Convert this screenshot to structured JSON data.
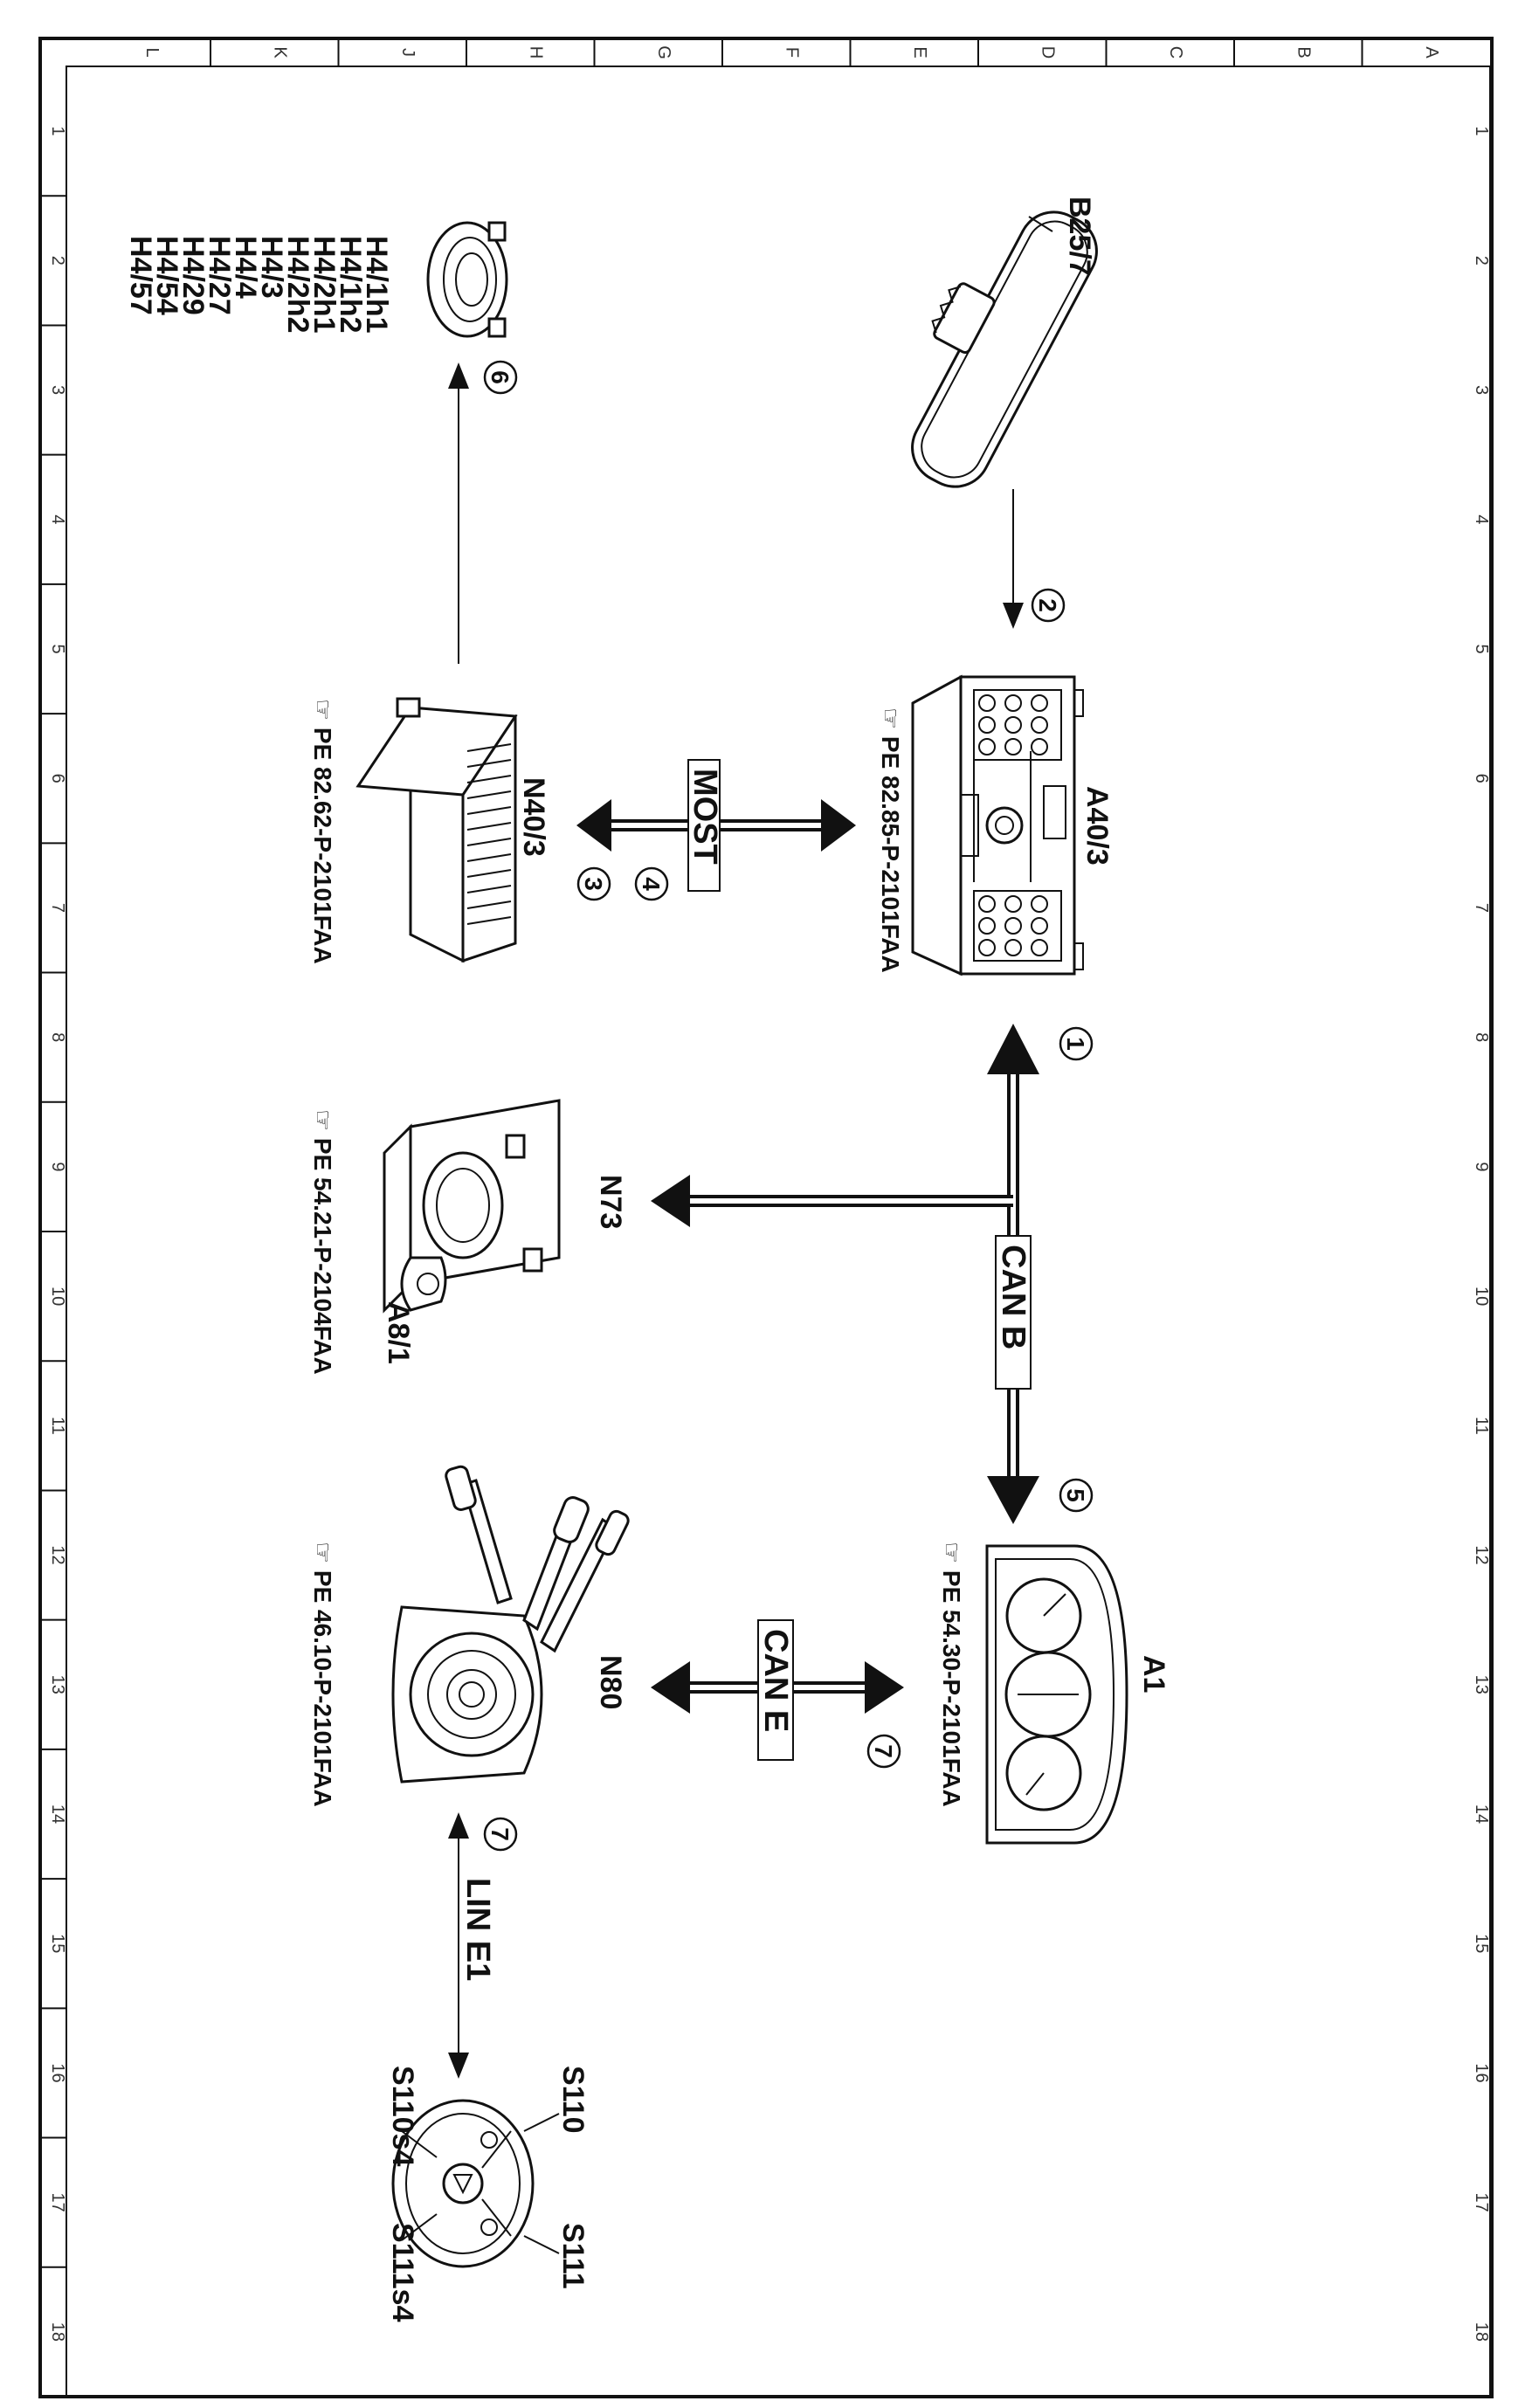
{
  "grid": {
    "letters": [
      "A",
      "B",
      "C",
      "D",
      "E",
      "F",
      "G",
      "H",
      "J",
      "K",
      "L"
    ],
    "numbers": [
      "1",
      "2",
      "3",
      "4",
      "5",
      "6",
      "7",
      "8",
      "9",
      "10",
      "11",
      "12",
      "13",
      "14",
      "15",
      "16",
      "17",
      "18"
    ]
  },
  "components": {
    "b25_7": {
      "id": "B25/7"
    },
    "a40_3": {
      "id": "A40/3",
      "ref": "PE 82.85-P-2101FAA"
    },
    "a1": {
      "id": "A1",
      "ref": "PE 54.30-P-2101FAA"
    },
    "h4_speakers": {
      "ids": [
        "H4/1h1",
        "H4/1h2",
        "H4/2h1",
        "H4/2h2",
        "H4/3",
        "H4/4",
        "H4/27",
        "H4/29",
        "H4/54",
        "H4/57"
      ]
    },
    "n40_3": {
      "id": "N40/3",
      "ref": "PE 82.62-P-2101FAA"
    },
    "n73": {
      "id": "N73",
      "sub": "A8/1",
      "ref": "PE 54.21-P-2104FAA"
    },
    "n80": {
      "id": "N80",
      "ref": "PE 46.10-P-2101FAA"
    },
    "steering": {
      "s110": "S110",
      "s111": "S111",
      "s110s4": "S110s4",
      "s111s4": "S111s4"
    }
  },
  "buses": {
    "most": "MOST",
    "can_b": "CAN B",
    "can_e": "CAN E",
    "lin_e1": "LIN E1"
  },
  "callouts": {
    "c1": "1",
    "c2": "2",
    "c3": "3",
    "c4": "4",
    "c5": "5",
    "c6": "6",
    "c7a": "7",
    "c7b": "7"
  }
}
